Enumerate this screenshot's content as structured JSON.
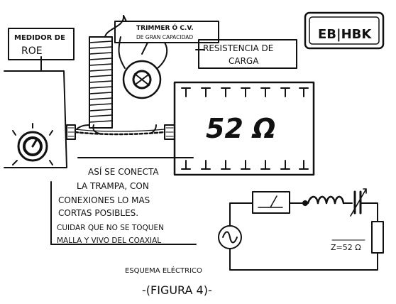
{
  "labels": {
    "medidor_line1": "MEDIDOR DE",
    "medidor_line2": "ROE",
    "trimmer_line1": "TRIMMER Ó C.V.",
    "trimmer_line2": "DE GRAN CAPACIDAD",
    "resistencia_line1": "RESISTENCIA DE",
    "resistencia_line2": "CARGA",
    "resistor_value": "52 Ω",
    "logo": "EB|HBK",
    "note_lines": [
      "ASÍ SE CONECTA",
      "LA TRAMPA, CON",
      "CONEXIONES LO MAS",
      "CORTAS POSIBLES.",
      "CUIDAR QUE NO SE TOQUEN",
      "MALLA Y VIVO DEL COAXIAL"
    ],
    "schematic_load": "Z=52 Ω",
    "schematic_title": "ESQUEMA ELÉCTRICO",
    "figure_caption": "-(FIGURA 4)-"
  },
  "colors": {
    "ink": "#111111",
    "paper": "#ffffff"
  }
}
